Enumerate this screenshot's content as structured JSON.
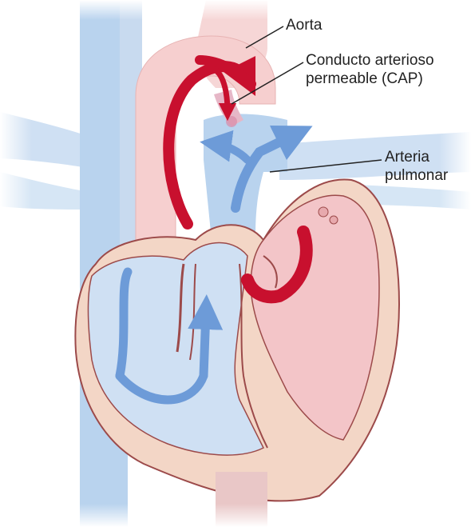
{
  "labels": {
    "aorta": "Aorta",
    "cap_line1": "Conducto arterioso",
    "cap_line2": "permeable (CAP)",
    "pulmonary_line1": "Arteria",
    "pulmonary_line2": "pulmonar"
  },
  "colors": {
    "oxygenated_blood": "#c8102e",
    "deoxygenated_blood": "#6d9bd8",
    "vein_fill": "#b9d3ee",
    "aorta_fill": "#f6cfcf",
    "heart_wall": "#f3d6c6",
    "left_chamber": "#f3c5c8",
    "right_chamber": "#cfe0f3",
    "outline": "#9c4a4a"
  }
}
